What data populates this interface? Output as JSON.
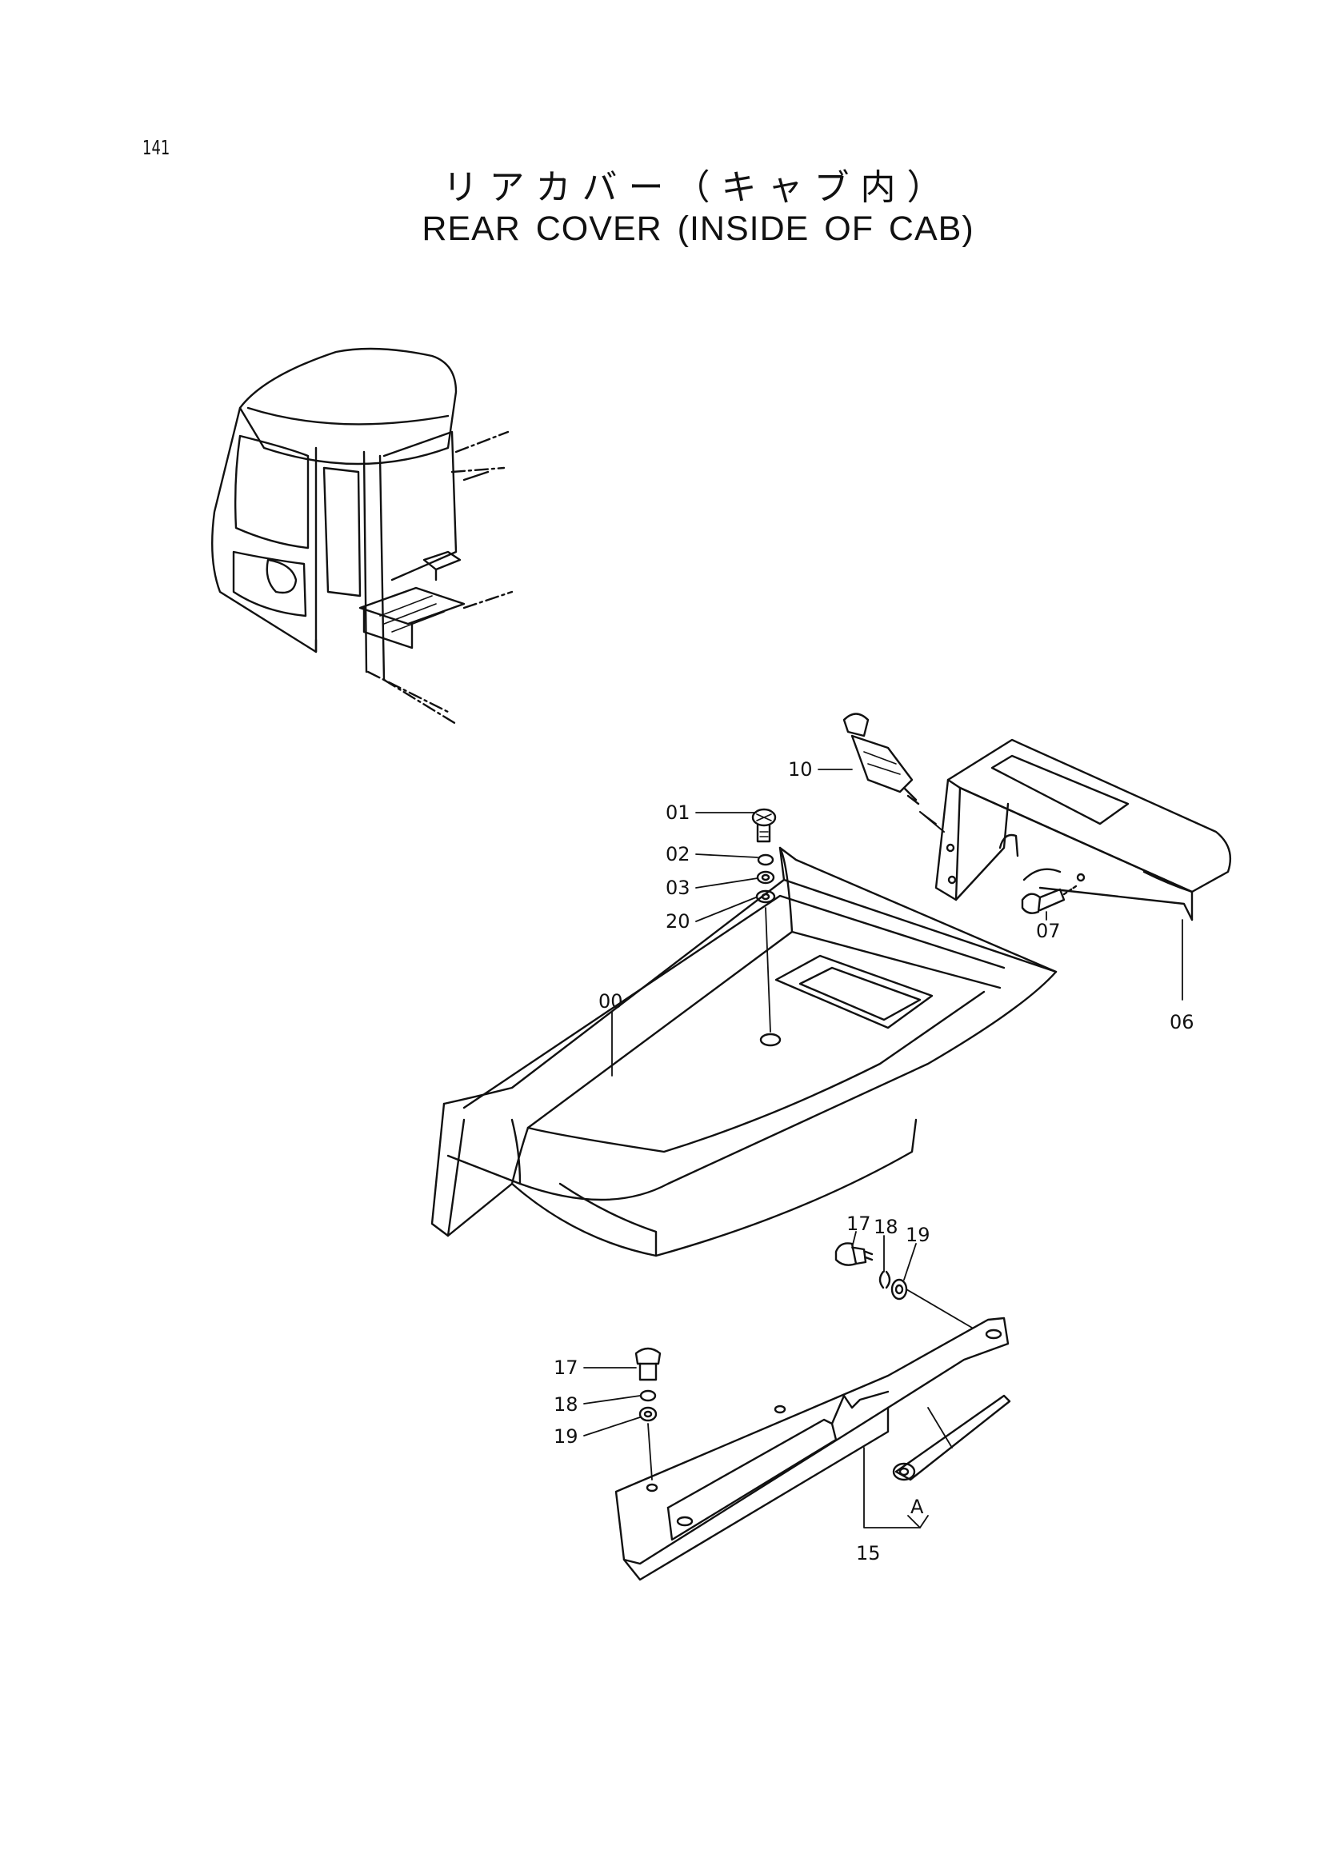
{
  "page": {
    "number": "141"
  },
  "title": {
    "japanese": "リアカバー（キャブ内）",
    "english": "REAR COVER (INSIDE OF CAB)"
  },
  "callouts": {
    "c00": "00",
    "c01": "01",
    "c02": "02",
    "c03": "03",
    "c20": "20",
    "c10": "10",
    "c07": "07",
    "c06": "06",
    "c17a": "17",
    "c18a": "18",
    "c19a": "19",
    "c17b": "17",
    "c18b": "18",
    "c19b": "19",
    "c15": "15",
    "cA": "A"
  }
}
